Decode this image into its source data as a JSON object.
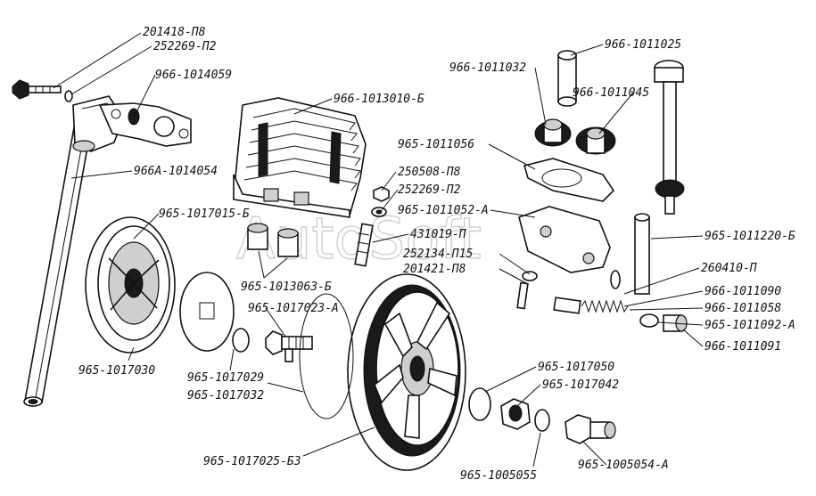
{
  "watermark": "AutoSoft",
  "labels": [
    {
      "id": "l01",
      "text": "201418-П8"
    },
    {
      "id": "l02",
      "text": "252269-П2"
    },
    {
      "id": "l03",
      "text": "966-1014059"
    },
    {
      "id": "l04",
      "text": "966-1013010-Б"
    },
    {
      "id": "l05",
      "text": "966А-1014054"
    },
    {
      "id": "l06",
      "text": "965-1017015-Б"
    },
    {
      "id": "l07",
      "text": "965-1013063-Б"
    },
    {
      "id": "l08",
      "text": "965-1017023-А"
    },
    {
      "id": "l09",
      "text": "965-1017030"
    },
    {
      "id": "l10",
      "text": "965-1017029"
    },
    {
      "id": "l11",
      "text": "965-1017032"
    },
    {
      "id": "l12",
      "text": "965-1017025-Б3"
    },
    {
      "id": "l13",
      "text": "966-1011025"
    },
    {
      "id": "l14",
      "text": "966-1011032"
    },
    {
      "id": "l15",
      "text": "966-1011045"
    },
    {
      "id": "l16",
      "text": "965-1011056"
    },
    {
      "id": "l17",
      "text": "250508-П8"
    },
    {
      "id": "l18",
      "text": "252269-П2"
    },
    {
      "id": "l19",
      "text": "965-1011052-А"
    },
    {
      "id": "l20",
      "text": "431019-П"
    },
    {
      "id": "l21",
      "text": "252134-П15"
    },
    {
      "id": "l22",
      "text": "201421-П8"
    },
    {
      "id": "l23",
      "text": "965-1011220-Б"
    },
    {
      "id": "l24",
      "text": "260410-П"
    },
    {
      "id": "l25",
      "text": "966-1011090"
    },
    {
      "id": "l26",
      "text": "966-1011058"
    },
    {
      "id": "l27",
      "text": "965-1011092-А"
    },
    {
      "id": "l28",
      "text": "966-1011091"
    },
    {
      "id": "l29",
      "text": "965-1017050"
    },
    {
      "id": "l30",
      "text": "965-1017042"
    },
    {
      "id": "l31",
      "text": "965-1005055"
    },
    {
      "id": "l32",
      "text": "965-1005054-А"
    }
  ]
}
